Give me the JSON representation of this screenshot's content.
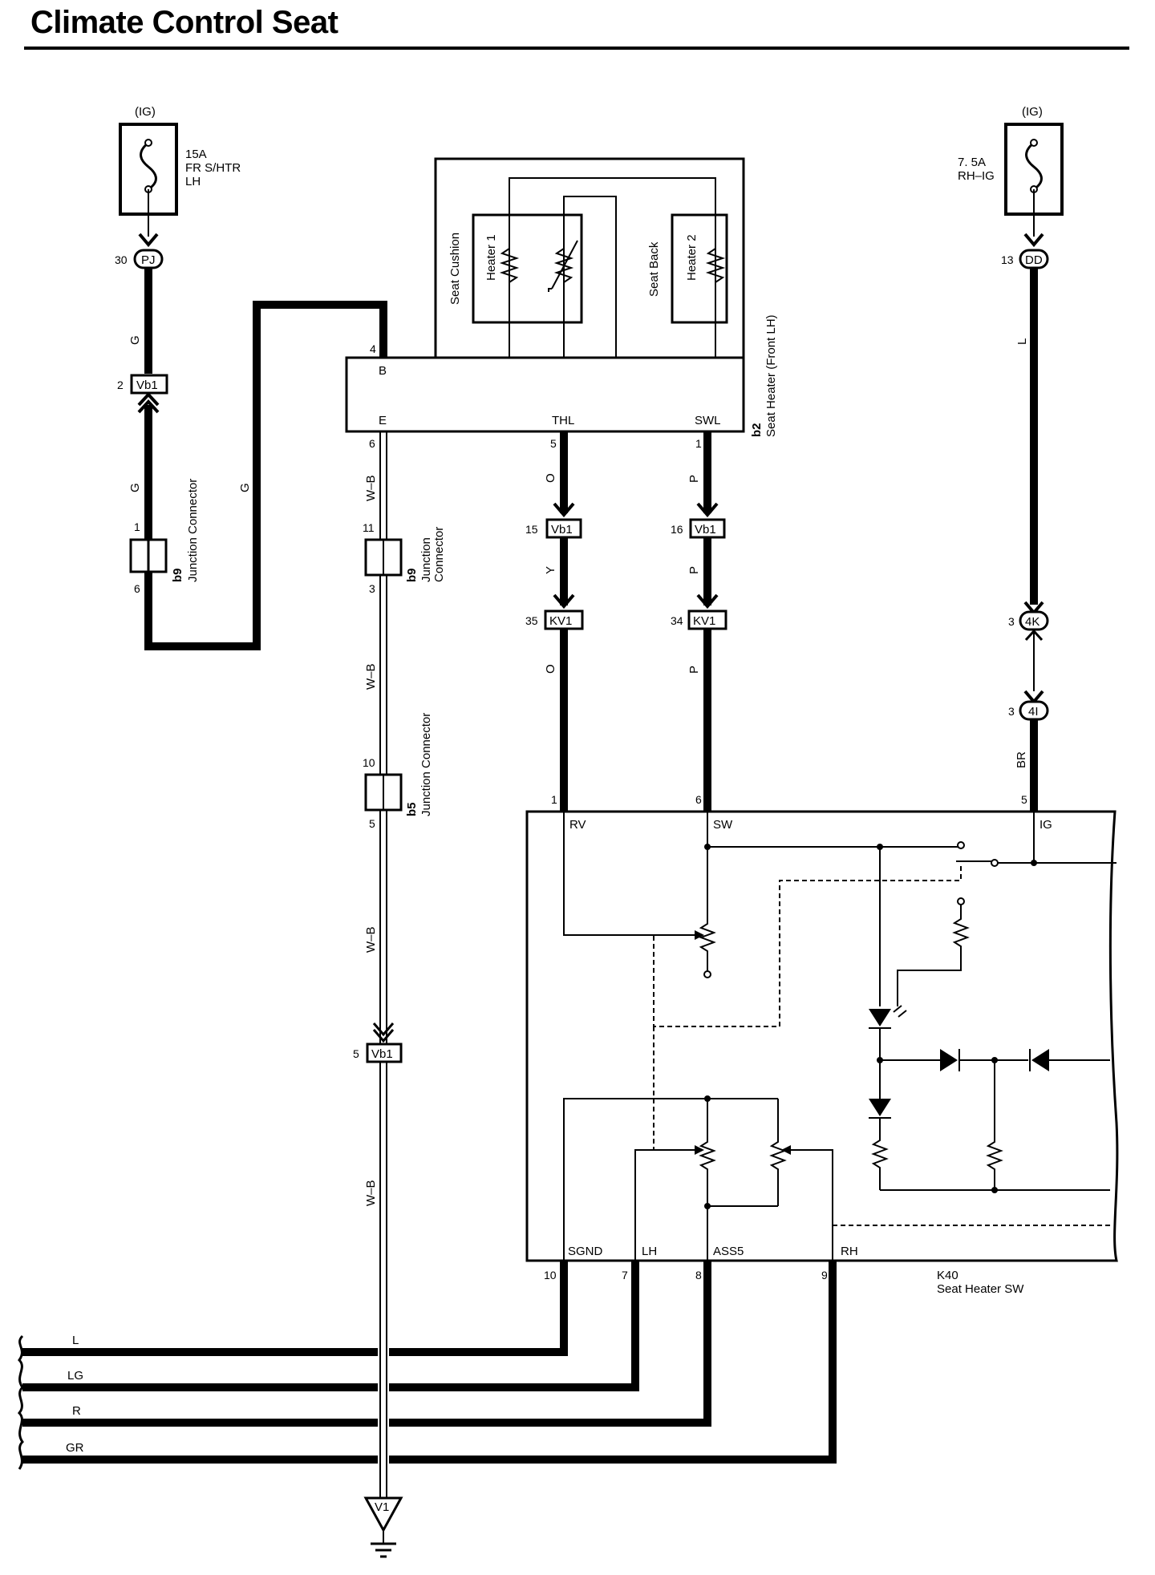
{
  "title": "Climate Control Seat",
  "fuses": [
    {
      "supply": "(IG)",
      "rating": "15A",
      "name_lines": [
        "FR S/HTR",
        "LH"
      ]
    },
    {
      "supply": "(IG)",
      "rating": "7. 5A",
      "name_lines": [
        "RH–IG"
      ]
    }
  ],
  "connector_pins": {
    "pj": {
      "label": "PJ",
      "pin": "30"
    },
    "vb1_g": {
      "label": "Vb1",
      "pin": "2"
    },
    "dd": {
      "label": "DD",
      "pin": "13"
    },
    "vb1_o": {
      "label": "Vb1",
      "pin": "15"
    },
    "vb1_p": {
      "label": "Vb1",
      "pin": "16"
    },
    "kv1_o": {
      "label": "KV1",
      "pin": "35"
    },
    "kv1_p": {
      "label": "KV1",
      "pin": "34"
    },
    "c4k": {
      "label": "4K",
      "pin": "3"
    },
    "c4i": {
      "label": "4I",
      "pin": "3"
    },
    "vb1_wb": {
      "label": "Vb1",
      "pin": "5"
    },
    "ground": {
      "label": "V1"
    }
  },
  "wire_colors": {
    "g1": "G",
    "g2": "G",
    "g3": "G",
    "wb1": "W–B",
    "wb2": "W–B",
    "wb3": "W–B",
    "wb4": "W–B",
    "o1": "O",
    "y": "Y",
    "o2": "O",
    "p1": "P",
    "p2": "P",
    "p3": "P",
    "l": "L",
    "br": "BR",
    "bus": [
      "L",
      "LG",
      "R",
      "GR"
    ]
  },
  "junction_connectors": [
    {
      "code": "b9",
      "name": "Junction Connector",
      "pin_top": "1",
      "pin_bottom": "6"
    },
    {
      "code": "b9",
      "name_lines": [
        "Junction",
        "Connector"
      ],
      "pin_top": "11",
      "pin_bottom": "3"
    },
    {
      "code": "b5",
      "name": "Junction Connector",
      "pin_top": "10",
      "pin_bottom": "5"
    }
  ],
  "seat_heater": {
    "code": "b2",
    "name": "Seat Heater (Front LH)",
    "terminals": {
      "b": "B",
      "e": "E",
      "thl": "THL",
      "swl": "SWL"
    },
    "pins": {
      "b": "4",
      "e": "6",
      "thl": "5",
      "swl": "1"
    },
    "labels": {
      "cushion": "Seat Cushion",
      "back": "Seat Back",
      "heater1": "Heater 1",
      "heater2": "Heater 2"
    }
  },
  "switch": {
    "code": "K40",
    "name": "Seat Heater SW",
    "terminals_top": {
      "rv": "RV",
      "sw": "SW",
      "ig": "IG"
    },
    "pins_top": {
      "rv": "1",
      "sw": "6",
      "ig": "5"
    },
    "terminals_bottom": {
      "sgnd": "SGND",
      "lh": "LH",
      "ass5": "ASS5",
      "rh": "RH"
    },
    "pins_bottom": {
      "sgnd": "10",
      "lh": "7",
      "ass5": "8",
      "rh": "9"
    }
  }
}
